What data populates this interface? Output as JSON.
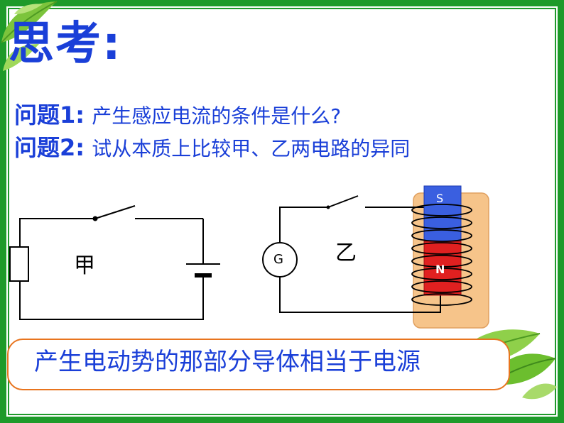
{
  "title": "思考:",
  "questions": [
    {
      "label": "问题1:",
      "text": "产生感应电流的条件是什么?"
    },
    {
      "label": "问题2:",
      "text": "试从本质上比较甲、乙两电路的异同"
    }
  ],
  "circuit_jia": {
    "label": "甲"
  },
  "circuit_yi": {
    "label": "乙",
    "galvanometer": "G",
    "magnet_top": "S",
    "magnet_bottom": "N"
  },
  "answer": "产生电动势的那部分导体相当于电源",
  "colors": {
    "frame": "#1e9a2a",
    "text": "#1a3fd8",
    "magnet_s": "#3a5fe0",
    "magnet_n": "#e02020",
    "coil_bg": "#f6c48a",
    "answer_border": "#e8741e"
  },
  "decorations": [
    "leaf-top-left",
    "leaf-bottom-right"
  ]
}
